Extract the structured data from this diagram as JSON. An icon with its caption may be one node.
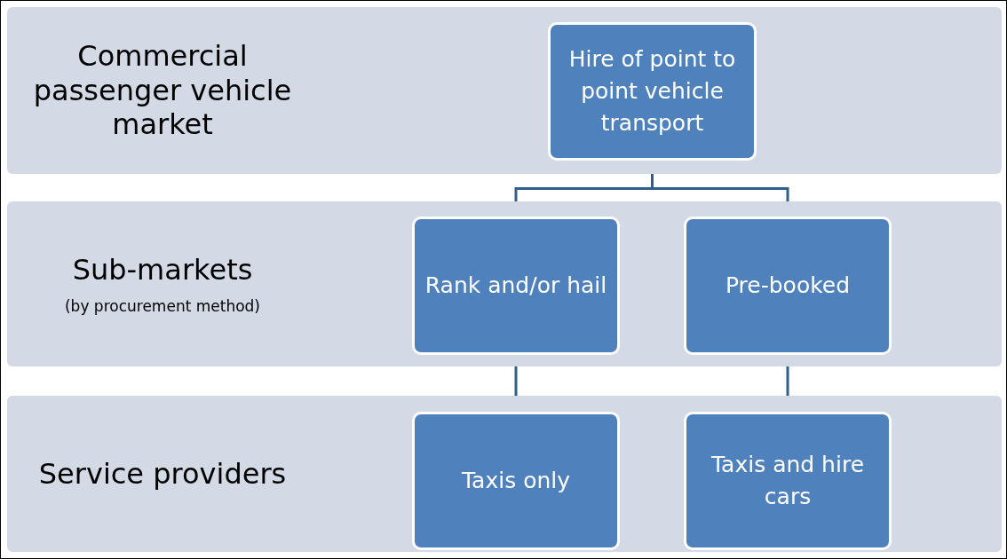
{
  "diagram": {
    "nodes": [
      {
        "text": [
          "Commercial passenger vehicle market"
        ]
      },
      {
        "text": [
          "Hire of point to point vehicle transport"
        ],
        "in": 0
      },
      {
        "text": [
          "Sub-markets",
          "(by procurement method)"
        ]
      },
      {
        "text": [
          "Rank and/or hail"
        ],
        "in": 2
      },
      {
        "text": [
          "Pre-booked"
        ],
        "in": 2
      },
      {
        "text": [
          "Service providers"
        ]
      },
      {
        "text": [
          "Taxis only"
        ],
        "in": 5
      },
      {
        "text": [
          "Taxis and hire cars"
        ],
        "in": 5
      }
    ],
    "edges": [
      {
        "from": 1,
        "to": 3,
        "arrow": "none"
      },
      {
        "from": 1,
        "to": 4,
        "arrow": "none"
      },
      {
        "from": 3,
        "to": 6,
        "arrow": "none"
      },
      {
        "from": 4,
        "to": 7,
        "arrow": "none"
      }
    ]
  }
}
